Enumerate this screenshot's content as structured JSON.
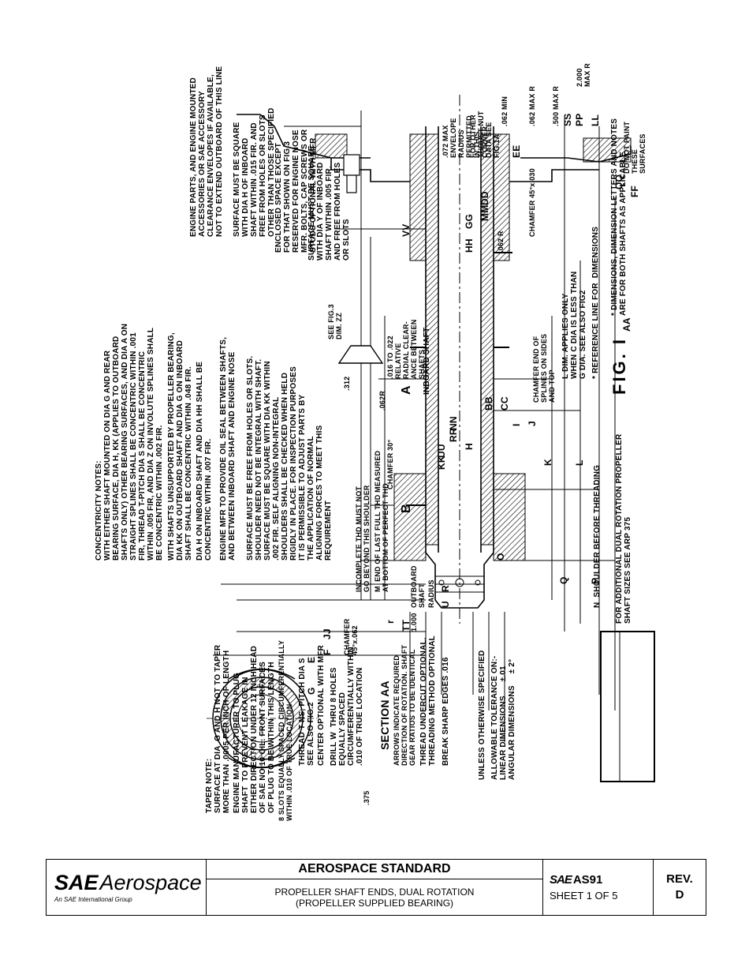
{
  "drawing": {
    "taper_note": "TAPER NOTE:\nSURFACE AT DIA  G AND H NOT TO TAPER\nMORE THAN .0005 PER INCH OF LENGTH",
    "engine_mfr_plug": "ENGINE MANUFACTURER TO PLUG\nSHAFT  TO PREVENT LEAKAGE IN\nEITHER DIRECTION UNDER 12 INCH HEAD\nOF SAE NO.10 OIL. FRONT SURFACES\nOF PLUG TO BE WITHIN THIS LENGTH",
    "slots_note": "8 SLOTS EQUALLY SPACED CIRCUMFERENTIALLY\nWITHIN .010 OF TRUE LOCATION",
    "thread_note": "THREAD T NS, PITCH DIA S\nSEE ALSO FIG.2",
    "center_note": "CENTER OPTIONAL WITH MFR",
    "drill_note": "DRILL W  THRU 8 HOLES\nEQUALLY SPACED\nCIRCUMFERENTIALLY WITHIN\n.010 OF TRUE LOCATION",
    "section_title": "SECTION AA",
    "section_note": "ARROWS INDICATE REQUIRED\nDIRECTION OF ROTATION. SHAFT\nGEAR RATIOS TO BE IDENTICAL",
    "undercut_note": "THREAD UNDERCUT OPTIONAL.\nTHREADING METHOD OPTIONAL",
    "break_edges": "BREAK SHARP EDGES .016",
    "tolerance_header": "UNLESS OTHERWISE SPECIFIED",
    "tolerance_lines": "ALLOWABLE TOLERANCE ON:-\nLINEAR DIMENSIONS      ±.01\nANGULAR DIMENSIONS     ± 2°",
    "concentricity_notes": "CONCENTRICITY NOTES:\nWITH EITHER SHAFT MOUNTED ON DIA G AND REAR\nBEARING SURFACE, DIA H, KK (APPLIES TO OUTBOARD\nSHAFTS ONLY) OTHER BEARING SURFACES, AND DIA A ON\nSTRAIGHT SPLINES SHALL BE CONCENTRIC WITHIN .001\nFIR, THREAD T-PITCH DIA S SHALL BE CONCENTRIC\nWITHIN .005 FIR, AND DIA Z ON INVOLUTE SPLINES SHALL\nBE CONCENTRIC WITHIN .002 FIR.",
    "unsupported_note": "WITH SHAFTS UNSUPPORTED BY PROPELLER BEARING,\nDIA KK ON OUTBOARD SHAFT AND DIA G ON INBOARD\nSHAFT SHALL BE CONCENTRIC WITHIN .048 FIR.",
    "dia_h_note": "DIA H ON INBOARD SHAFT AND DIA HH SHALL BE\nCONCENTRIC WITHIN .007 FIR.",
    "oil_seal_note": "ENGINE MFR TO PROVIDE OIL SEAL BETWEEN SHAFTS,\nAND BETWEEN INBOARD SHAFT AND ENGINE NOSE",
    "surface_note": "SURFACE MUST BE FREE FROM HOLES OR SLOTS.\nSHOULDER NEED NOT BE INTEGRAL WITH SHAFT.\nSURFACE MUST BE SQUARE WITH DIA KK WITHIN\n.002 FIR. SELF ALIGNING NON-INTEGRAL\nSHOULDERS SHALL BE CHECKED WHEN HELD\nRIGIDLY IN PLACE. FOR INSPECTION PURPOSES\nIT IS PERMISSIBLE TO ADJUST PARTS BY\nTHE APPLICATION OF NORMAL\nALIGNING FORCES TO MEET THIS\nREQUIREMENT",
    "engine_parts_note": "ENGINE PARTS, AND ENGINE MOUNTED\nACCESSORIES OR SAE ACCESSORY\nCLEARANCE ENVELOPES IF AVAILABLE,\nNOT TO EXTEND OUTBOARD OF THIS LINE",
    "square_h_note": "SURFACE MUST BE SQUARE\nWITH DIA H OF INBOARD\nSHAFT WITHIN .015 FIR. AND\nFREE FROM HOLES OR SLOTS\nOTHER THAN THOSE SPECIFIED",
    "enclosed_note": "ENCLOSED SPACE EXCEPT\nFOR THAT SHOWN ON FIG.3\nRESERVED FOR ENGINE NOSE\nMFR. BOLTS, CAP SCREWS OR\nSTUDS OPTIONAL WITH MFR",
    "square_y_note": "SURFACE MUST BE SQUARE\nWITH DIA Y OF INBOARD\nSHAFT WITHIN .005 FIR.\nAND FREE FROM HOLES\nOR SLOTS",
    "fig3_ref": "SEE FIG.3\nDIM. ZZ",
    "clearance_note": ".016 TO .022\nRELATIVE\nRADIAL CLEAR-\nANCE BETWEEN\nSHAFTS",
    "chamfer_splines": "CHAMFER END OF\nSPLINES ON SIDES\nAND TOP",
    "l_dim_note": "L DIM. APPLIES ONLY\nWHEN C DIA IS LESS THAN\nG DIA. SEE ALSO FIG2",
    "reference_line": "* REFERENCE LINE FOR  DIMENSIONS",
    "asterisk_note": "* DIMENSIONS, DIMENSION LETTERS AND NOTES\nARE FOR BOTH SHAFTS AS APPLICABLE",
    "fig_label": "FIG. I",
    "dual_rotation_note": "FOR ADDITIONAL DUAL ROTATION PROPELLER\nSHAFT SIZES SEE ARP 375",
    "shoulder_note": "N  SHOULDER BEFORE THREADING",
    "incomplete_thd": "INCOMPLETE THD MUST NOT\nGO BEYOND THIS SHOULDER",
    "end_last_thd": "M  END OF LAST FULL THD MEASURED\nAT BOTTOM OF PERFECT THD",
    "chamfer_end": "CHAMFER\n45°x.062",
    "chamfer_30": "CHAMFER 30°",
    "chamfer_030": "CHAMFER 45°x.030",
    "no_paint": "DO NOT PAINT\nTHESE\nSURFACES",
    "envelope_note": ".072 MAX\nENVELOPE\nRADIUS\nPERMITTED\nIN THIS\nCORNER",
    "other_thrust": "FOR OTHER\nTHRUST NUT\nDATA SEE\nFIG.1A",
    "dim_2000": "2.000\nMAX R",
    "dim_500": ".500 MAX R",
    "dim_062r": ".062 MAX R",
    "dim_062min": ".062 MIN",
    "dim_062r2": ".062 R",
    "dim_062r3": ".062R",
    "dim_312": ".312",
    "dim_375": ".375",
    "dim_1000": "1.000",
    "inboard_shaft": "INBOARD SHAFT",
    "outboard_shaft": "OUTBOARD\nSHAFT",
    "radius_label": "RADIUS",
    "letters": [
      "O",
      "Q",
      "P",
      "K",
      "L",
      "J",
      "I",
      "CC",
      "BB",
      "VV",
      "AA",
      "LL",
      "PP",
      "SS",
      "EE",
      "FF",
      "QQ",
      "GG",
      "HH",
      "DD",
      "MM",
      "UU",
      "KK",
      "NN",
      "RR",
      "H",
      "G",
      "E",
      "F",
      "JJ",
      "TT",
      "U",
      "R",
      "r",
      "B",
      "A"
    ]
  },
  "title_block": {
    "logo_sae": "SAE",
    "logo_aerospace": "Aerospace",
    "logo_tagline": "An SAE International Group",
    "heading": "AEROSPACE STANDARD",
    "subtitle_line1": "PROPELLER SHAFT ENDS, DUAL ROTATION",
    "subtitle_line2": "(PROPELLER SUPPLIED BEARING)",
    "doc_prefix": "SAE",
    "doc_number": "AS91",
    "sheet": "SHEET 1 OF 5",
    "rev_label": "REV.",
    "rev_value": "D"
  }
}
